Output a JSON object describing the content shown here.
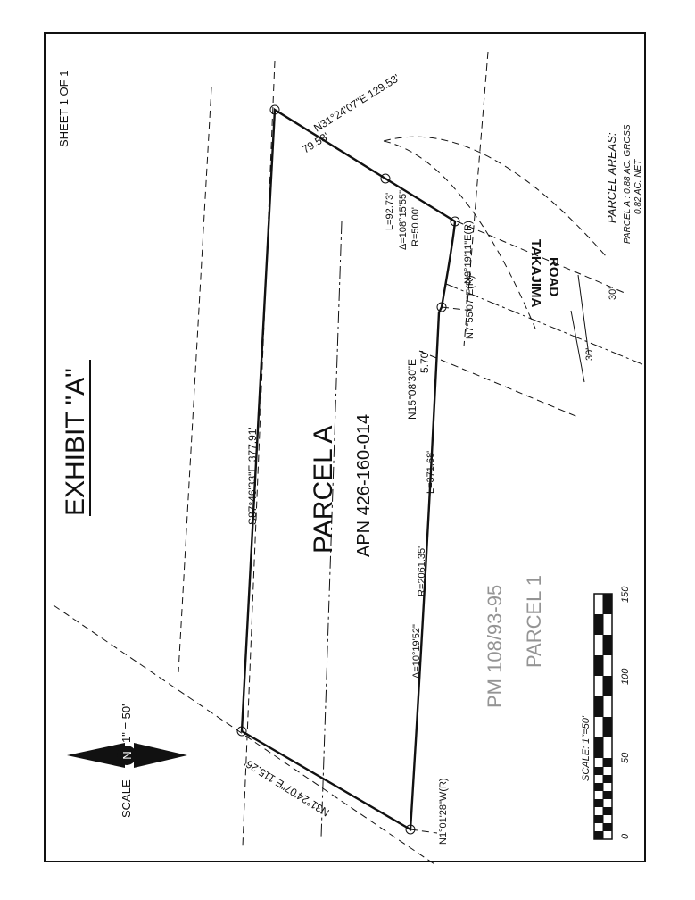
{
  "exhibit_title": "EXHIBIT \"A\"",
  "sheet_label": "SHEET 1 OF 1",
  "parcel": {
    "name": "PARCEL A",
    "apn": "APN 426-160-014"
  },
  "record_map": {
    "line1": "PM 108/93-95",
    "line2": "PARCEL 1"
  },
  "road_name": {
    "line1": "TAKAJIMA",
    "line2": "ROAD"
  },
  "parcel_areas": {
    "heading": "PARCEL AREAS:",
    "gross": "PARCEL A : 0.88 AC. GROSS",
    "net": "0.82 AC. NET"
  },
  "north_arrow": {
    "letter": "N",
    "scale_text_left": "SCALE",
    "scale_text_right": "1\" = 50'"
  },
  "bar_scale": {
    "caption": "SCALE: 1\"=50'",
    "ticks": [
      "0",
      "50",
      "100",
      "150"
    ]
  },
  "calls": {
    "north_line": "S87°46'33\"E   377.91'",
    "east_top_total": "N31°24'07\"E  129.53'",
    "east_top_part": "79.53'",
    "curve_delta": "Δ=108°15'55\"",
    "curve_radius": "R=50.00'",
    "curve_length": "L=92.73'",
    "radial_1": "N9°19'11\"E(R)",
    "radial_2": "N7°55'07\"E(R)",
    "short_line": "N15°08'30\"E",
    "short_line_dist": "5.70'",
    "south_curve_delta": "Δ=10°19'52\"",
    "south_curve_radius": "R=2061.35'",
    "south_curve_length": "L=371.68'",
    "southwest_line": "N31°24'07\"E   115.26'",
    "radial_3": "N1°01'28\"W(R)",
    "road_width_1": "30'",
    "road_width_2": "30'"
  }
}
